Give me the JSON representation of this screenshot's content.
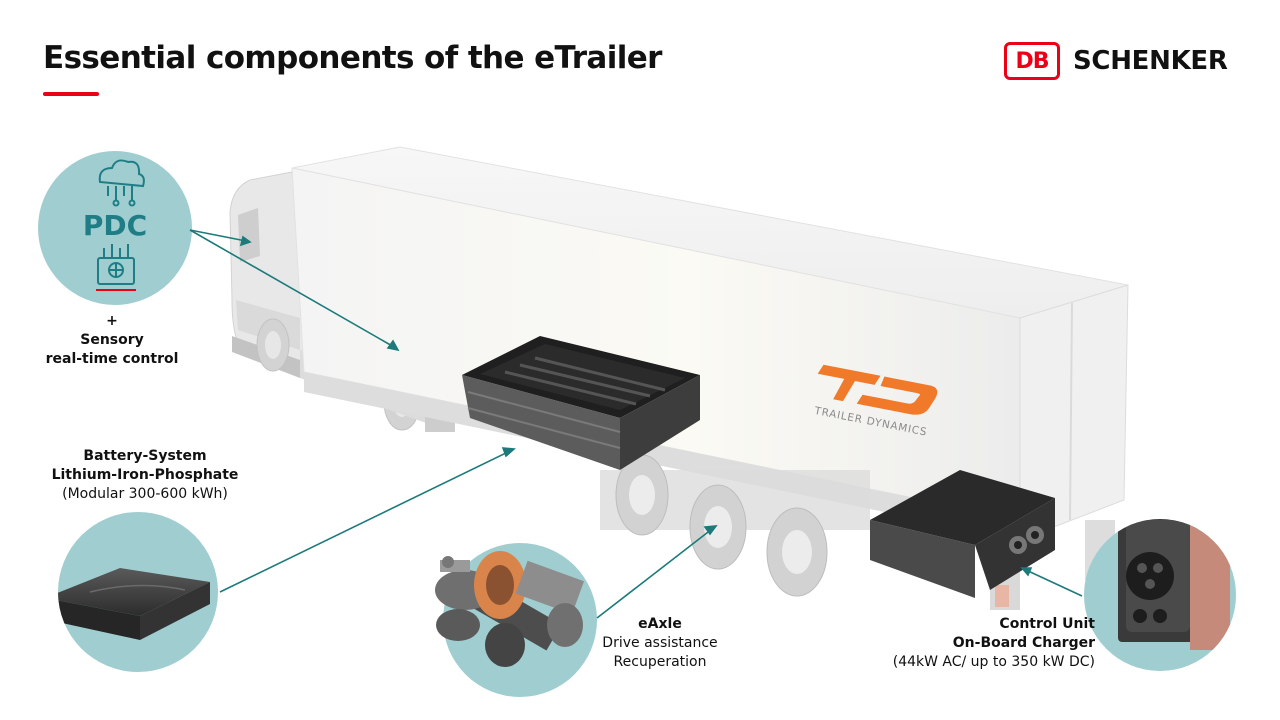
{
  "title": "Essential components of the eTrailer",
  "brand": {
    "logo_text": "DB",
    "name": "SCHENKER",
    "color": "#EC0016"
  },
  "colors": {
    "accent": "#EC0016",
    "circle": "#9FCDD0",
    "connector": "#1C7A7A",
    "pdc_teal": "#1F7E85",
    "td_orange": "#F07A2A"
  },
  "trailer_logo": {
    "text": "TRAILER DYNAMICS"
  },
  "components": {
    "pdc": {
      "circle_text": "PDC",
      "plus": "+",
      "line1": "Sensory",
      "line2": "real-time control",
      "icons": [
        "cloud-network-icon",
        "processor-globe-icon"
      ]
    },
    "battery": {
      "line1": "Battery-System",
      "line2": "Lithium-Iron-Phosphate",
      "line3": "(Modular 300-600 kWh)"
    },
    "eaxle": {
      "line1": "eAxle",
      "line2": "Drive assistance",
      "line3": "Recuperation"
    },
    "charger": {
      "line1": "Control Unit",
      "line2": "On-Board Charger",
      "line3": "(44kW AC/ up to 350 kW DC)"
    }
  }
}
